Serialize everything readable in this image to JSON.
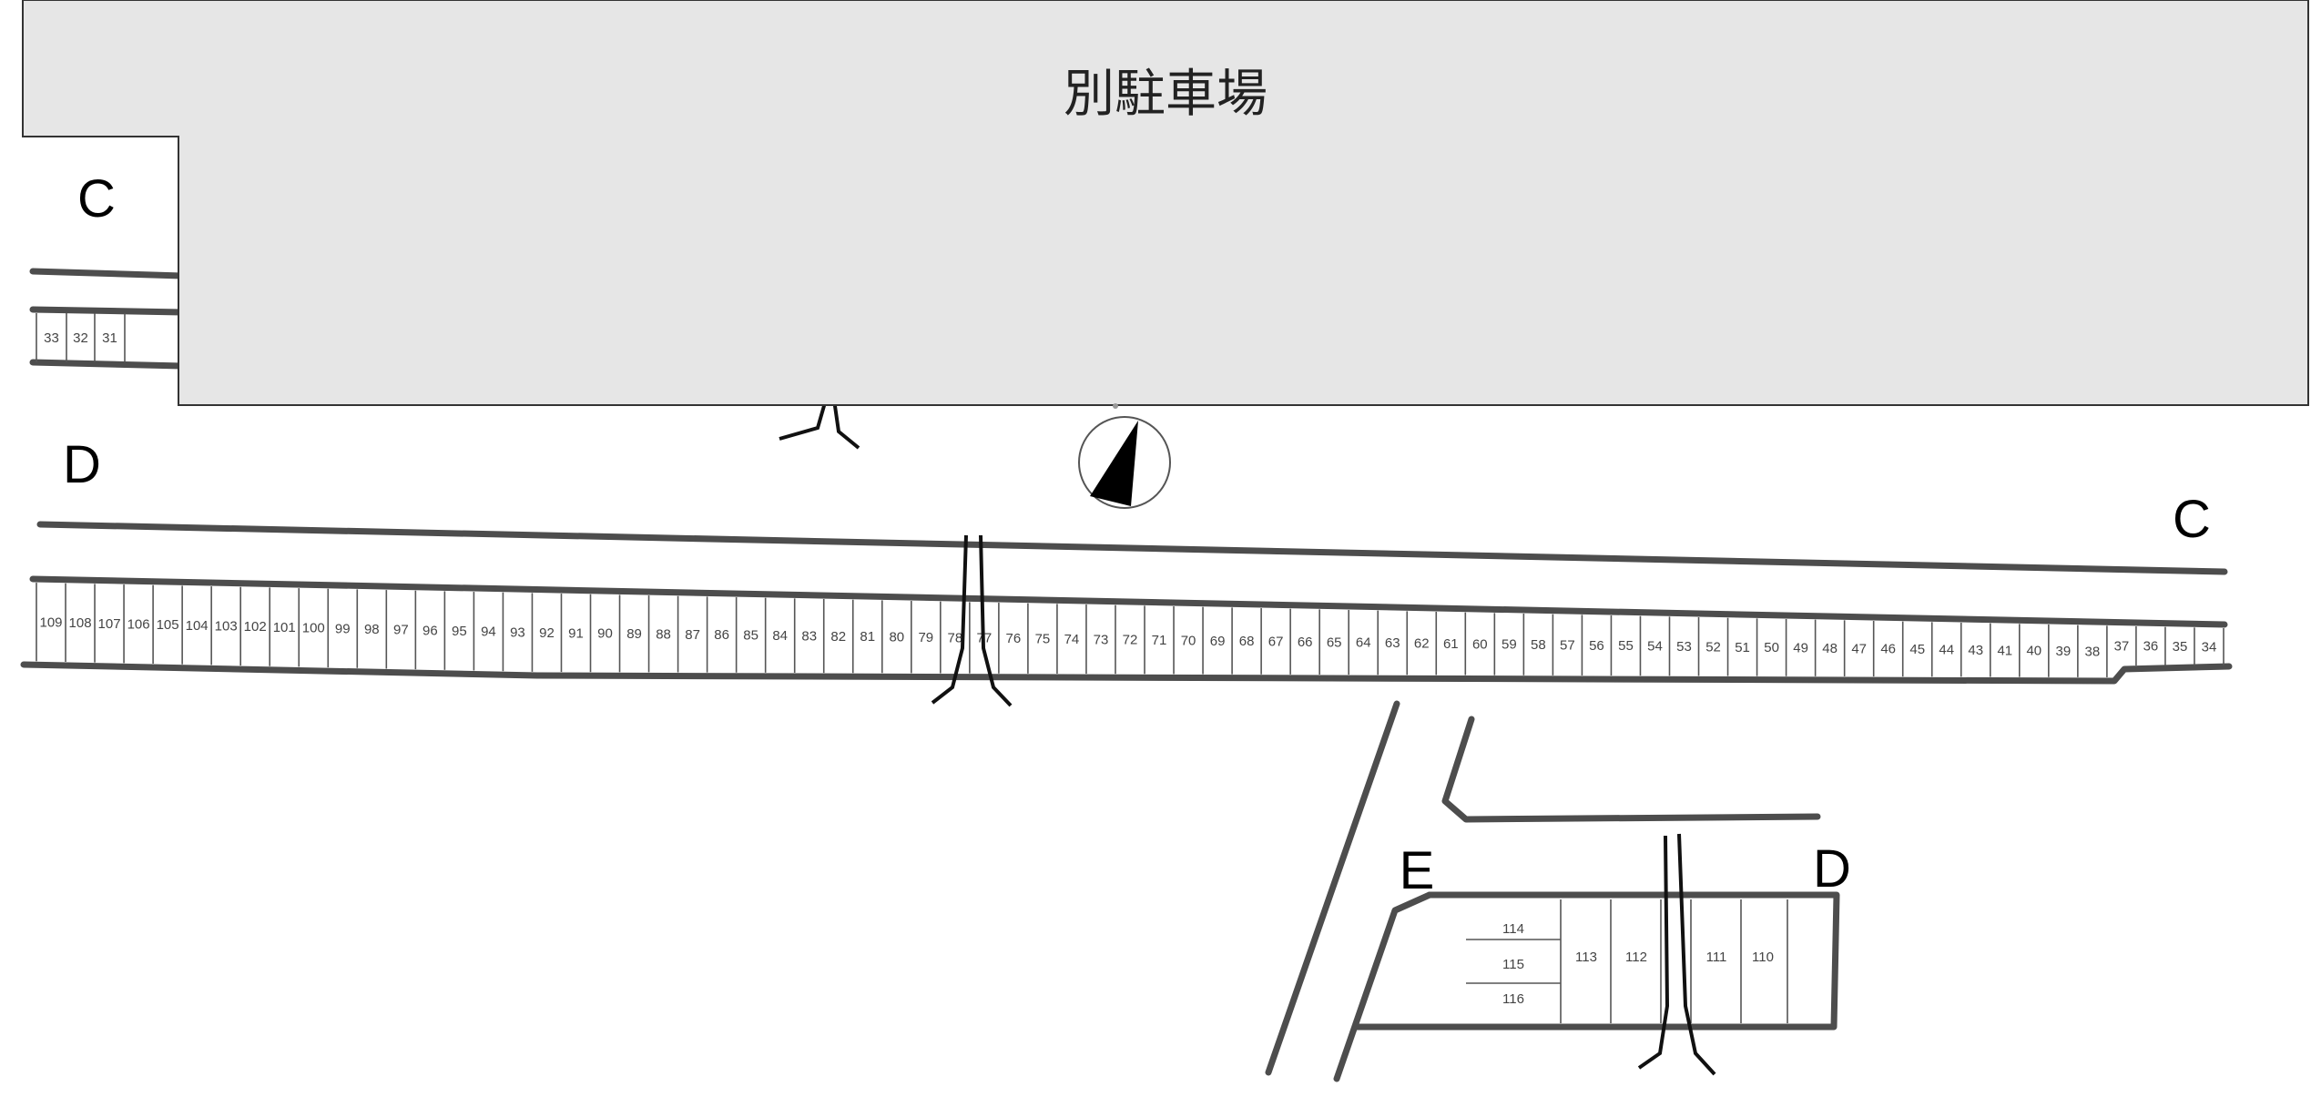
{
  "lot_title": "別駐車場",
  "zones": {
    "c_top": "C",
    "d_left": "D",
    "c_right": "C",
    "e_bottom": "E",
    "d_bottom": "D"
  },
  "row_left_top": [
    "33",
    "32",
    "31"
  ],
  "row_main": [
    "109",
    "108",
    "107",
    "106",
    "105",
    "104",
    "103",
    "102",
    "101",
    "100",
    "99",
    "98",
    "97",
    "96",
    "95",
    "94",
    "93",
    "92",
    "91",
    "90",
    "89",
    "88",
    "87",
    "86",
    "85",
    "84",
    "83",
    "82",
    "81",
    "80",
    "79",
    "78",
    "77",
    "76",
    "75",
    "74",
    "73",
    "72",
    "71",
    "70",
    "69",
    "68",
    "67",
    "66",
    "65",
    "64",
    "63",
    "62",
    "61",
    "60",
    "59",
    "58",
    "57",
    "56",
    "55",
    "54",
    "53",
    "52",
    "51",
    "50",
    "49",
    "48",
    "47",
    "46",
    "45",
    "44",
    "43",
    "41",
    "40",
    "39",
    "38",
    "37",
    "36",
    "35",
    "34"
  ],
  "row_bottom_vertical": [
    "113",
    "112",
    "111",
    "110"
  ],
  "row_bottom_stack": [
    "114",
    "115",
    "116"
  ],
  "colors": {
    "building_fill": "#e6e6e6",
    "road": "#4d4d4d",
    "walkway": "#111111"
  }
}
